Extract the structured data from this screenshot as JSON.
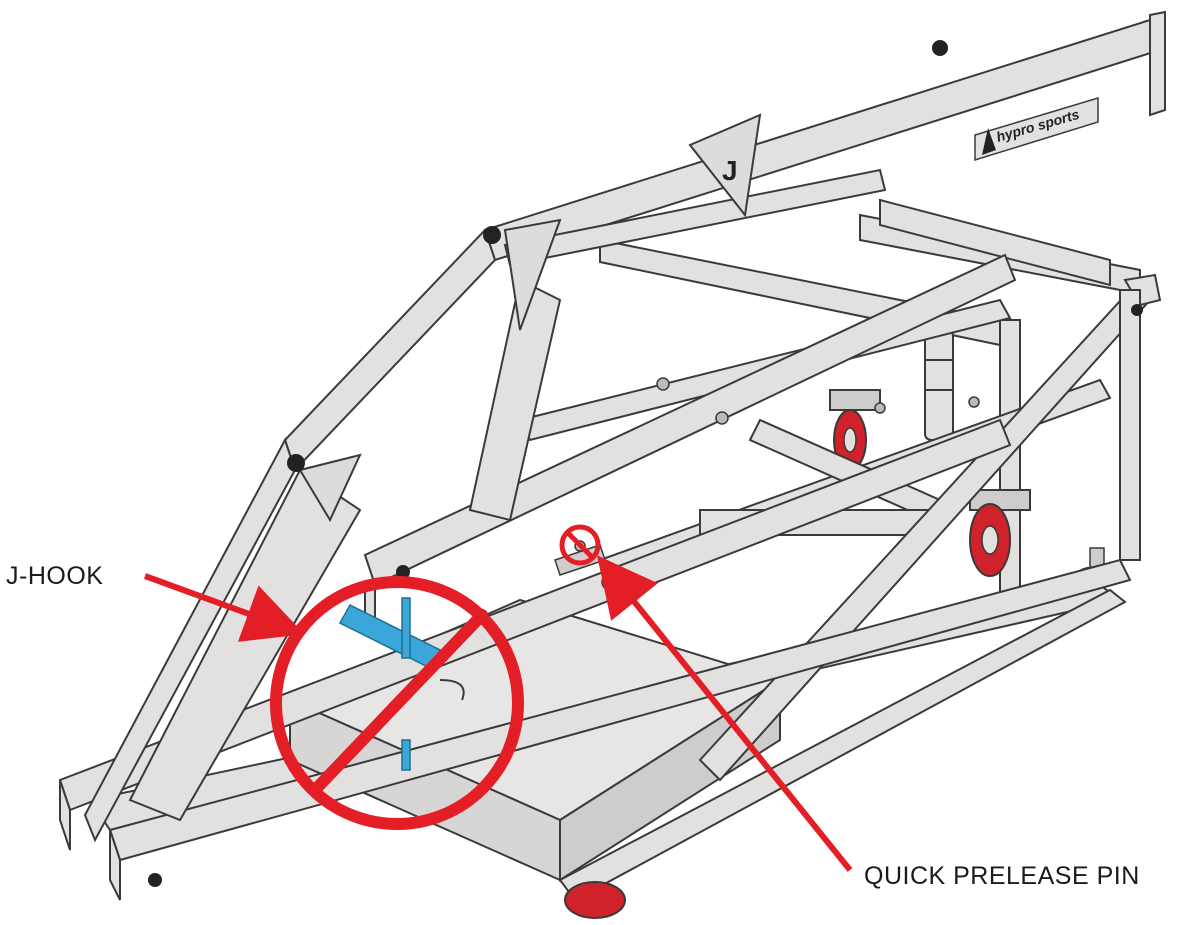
{
  "callouts": {
    "j_hook": "J-HOOK",
    "quick_release_pin": "QUICK PRELEASE PIN"
  },
  "frame": {
    "brand_logo_text": "hypro sports",
    "emblem_letter": "J"
  },
  "colors": {
    "background": "#ffffff",
    "frame_fill": "#e3e1df",
    "frame_stroke": "#3a3a3a",
    "warning_red": "#e41e26",
    "j_hook_blue": "#3aa7d8",
    "wheel_red": "#d0222a"
  }
}
